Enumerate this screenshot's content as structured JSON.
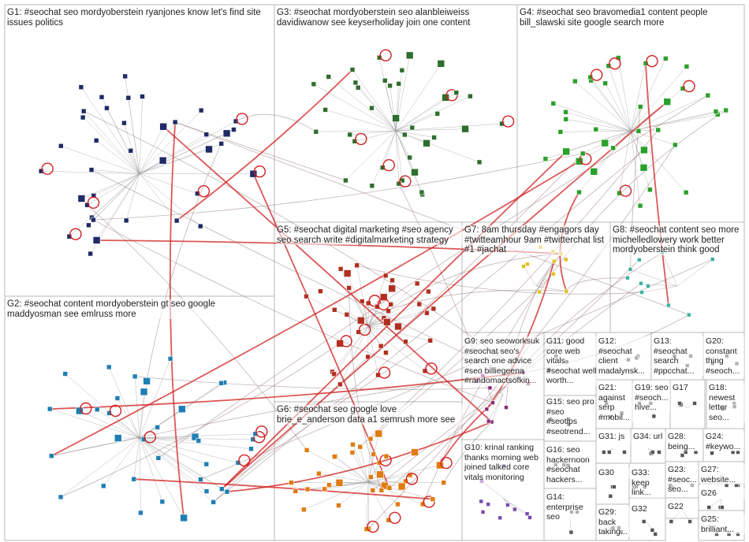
{
  "groups": [
    {
      "id": "G1",
      "label": "G1: #seochat seo mordyoberstein ryanjones know let's find site issues politics",
      "color": "#1f2a66"
    },
    {
      "id": "G2",
      "label": "G2: #seochat content mordyoberstein gt seo google maddyosman see emlruss more",
      "color": "#1f7fb4"
    },
    {
      "id": "G3",
      "label": "G3: #seochat mordyoberstein seo alanbleiweiss davidiwanow see keyserholiday join one content",
      "color": "#2e6e2e"
    },
    {
      "id": "G4",
      "label": "G4: #seochat seo bravomedia1 content people bill_slawski site google search more",
      "color": "#2aa02a"
    },
    {
      "id": "G5",
      "label": "G5: #seochat digital marketing #seo agency seo search write #digitalmarketing strategy",
      "color": "#b03020"
    },
    {
      "id": "G6",
      "label": "G6: #seochat seo google love brie_e_anderson data a1 semrush more see",
      "color": "#e07b10"
    },
    {
      "id": "G7",
      "label": "G7: 8am thursday #engagors day #twitteamhour 9am #twitterchat list #1 #jachat",
      "color": "#e0c020"
    },
    {
      "id": "G8",
      "label": "G8: #seochat content seo more michelledlowery work better mordyoberstein think good",
      "color": "#40b0a0"
    },
    {
      "id": "G9",
      "label": "G9: seo seoworksuk #seochat seo's search one advice #seo billiegeena #randomactsofkin...",
      "color": "#8a2a7a"
    },
    {
      "id": "G10",
      "label": "G10: krinal ranking thanks morning web joined talked core vitals monitoring",
      "color": "#7a4ab0"
    },
    {
      "id": "G11",
      "label": "G11: good core web vitals #seochat well worth...",
      "color": "#555555"
    },
    {
      "id": "G12",
      "label": "G12: #seochat client madalynsk...",
      "color": "#555555"
    },
    {
      "id": "G13",
      "label": "G13: #seochat search #ppcchat...",
      "color": "#555555"
    },
    {
      "id": "G14",
      "label": "G14: enterprise seo",
      "color": "#555555"
    },
    {
      "id": "G15",
      "label": "G15: seo pro #seo #seotips #seotrend...",
      "color": "#555555"
    },
    {
      "id": "G16",
      "label": "G16: seo hackernoon #seochat hackers...",
      "color": "#555555"
    },
    {
      "id": "G17",
      "label": "G17",
      "color": "#555555"
    },
    {
      "id": "G18",
      "label": "G18: newest letter seo...",
      "color": "#555555"
    },
    {
      "id": "G19",
      "label": "G19: seo #seoch... hive...",
      "color": "#555555"
    },
    {
      "id": "G20",
      "label": "G20: constant thing #seoch...",
      "color": "#555555"
    },
    {
      "id": "G21",
      "label": "G21: against serp #mobil...",
      "color": "#555555"
    },
    {
      "id": "G22",
      "label": "G22",
      "color": "#555555"
    },
    {
      "id": "G23",
      "label": "G23: #seoc... seo...",
      "color": "#555555"
    },
    {
      "id": "G24",
      "label": "G24: #keywo...",
      "color": "#555555"
    },
    {
      "id": "G25",
      "label": "G25: brilliant...",
      "color": "#555555"
    },
    {
      "id": "G26",
      "label": "G26",
      "color": "#555555"
    },
    {
      "id": "G27",
      "label": "G27: website...",
      "color": "#555555"
    },
    {
      "id": "G28",
      "label": "G28: being...",
      "color": "#555555"
    },
    {
      "id": "G29",
      "label": "G29: back taking...",
      "color": "#555555"
    },
    {
      "id": "G30",
      "label": "G30",
      "color": "#555555"
    },
    {
      "id": "G31",
      "label": "G31: js",
      "color": "#555555"
    },
    {
      "id": "G32",
      "label": "G32",
      "color": "#555555"
    },
    {
      "id": "G33",
      "label": "G33: keep link...",
      "color": "#555555"
    },
    {
      "id": "G34",
      "label": "G34: url",
      "color": "#555555"
    }
  ],
  "colors": {
    "edge": "#8a6a6a",
    "edge_strong": "#d02020",
    "background": "#ffffff",
    "panel_border": "#b8b8b8"
  }
}
